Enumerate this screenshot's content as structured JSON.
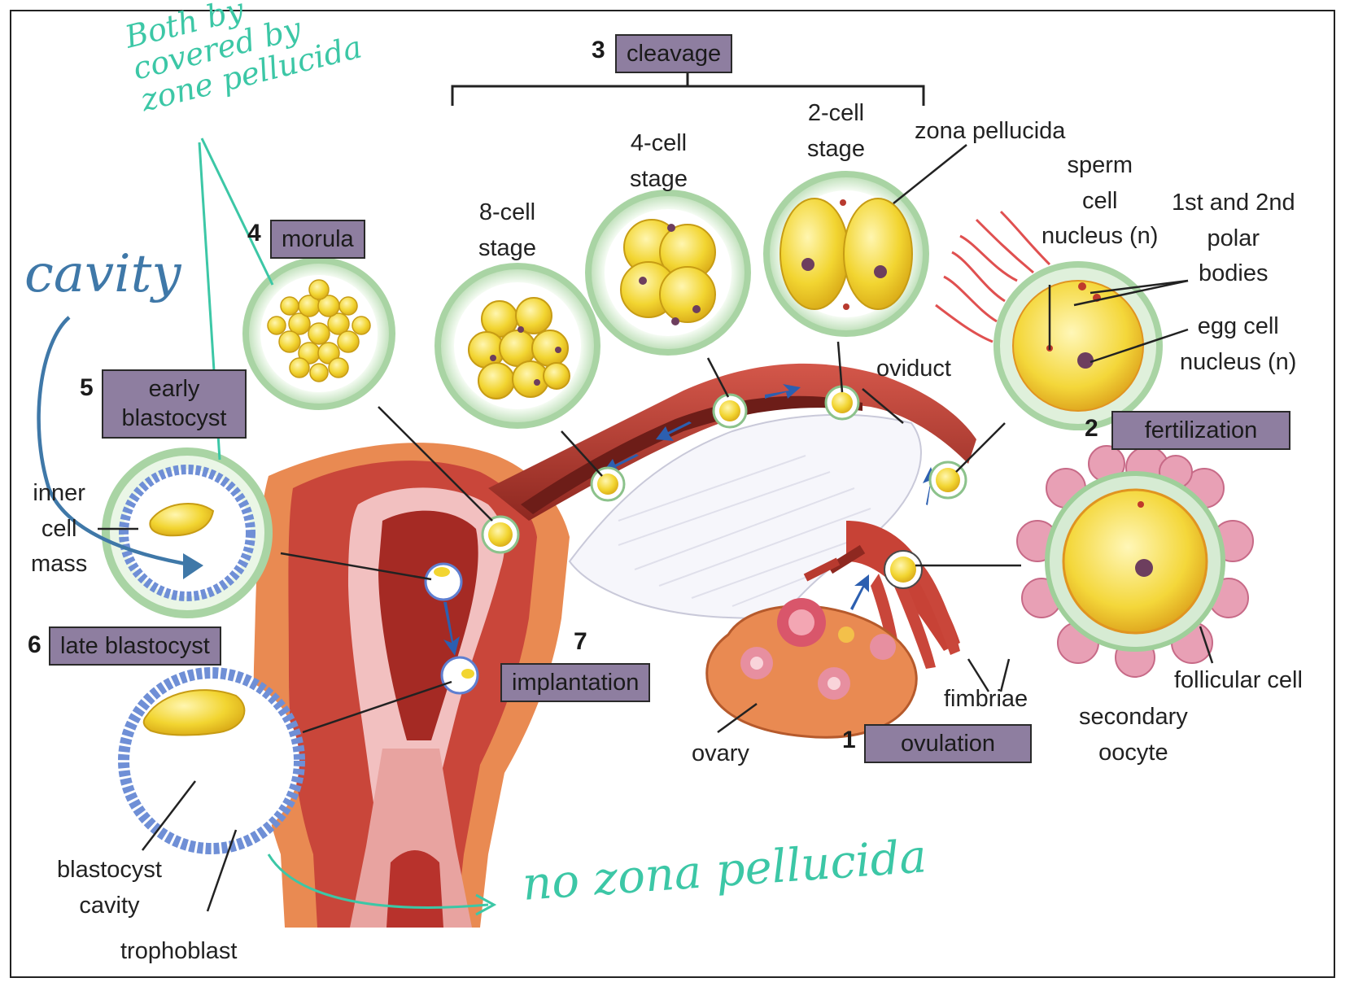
{
  "stages": {
    "ovulation": {
      "number": "1",
      "label": "ovulation"
    },
    "fertilization": {
      "number": "2",
      "label": "fertilization"
    },
    "cleavage": {
      "number": "3",
      "label": "cleavage"
    },
    "morula": {
      "number": "4",
      "label": "morula"
    },
    "early_blastocyst": {
      "number": "5",
      "label_line1": "early",
      "label_line2": "blastocyst"
    },
    "late_blastocyst": {
      "number": "6",
      "label": "late blastocyst"
    },
    "implantation": {
      "number": "7",
      "label": "implantation"
    }
  },
  "labels": {
    "eight_cell": [
      "8-cell",
      "stage"
    ],
    "four_cell": [
      "4-cell",
      "stage"
    ],
    "two_cell": [
      "2-cell",
      "stage"
    ],
    "zona_pellucida": "zona pellucida",
    "sperm_nucleus": [
      "sperm",
      "cell",
      "nucleus (n)"
    ],
    "polar_bodies": [
      "1st and 2nd",
      "polar",
      "bodies"
    ],
    "egg_nucleus": [
      "egg cell",
      "nucleus (n)"
    ],
    "oviduct": "oviduct",
    "inner_cell_mass": [
      "inner",
      "cell",
      "mass"
    ],
    "fimbriae": "fimbriae",
    "ovary": "ovary",
    "follicular_cell": "follicular cell",
    "secondary_oocyte": [
      "secondary",
      "oocyte"
    ],
    "blastocyst_cavity": [
      "blastocyst",
      "cavity"
    ],
    "trophoblast": "trophoblast"
  },
  "annotations": {
    "zona_note": [
      "Both by",
      "covered by",
      "zone pellucida"
    ],
    "cavity_note": "cavity",
    "no_zona_note": "no zona pellucida"
  },
  "colors": {
    "stage_box": "#8e7ea0",
    "annotation_teal": "#3cc7a6",
    "annotation_blue": "#3f78a8",
    "zona_green": "#cfe8cc",
    "cell_yellow": "#f2d531",
    "uterus_red": "#b83a2f",
    "uterus_orange": "#e98a52"
  }
}
